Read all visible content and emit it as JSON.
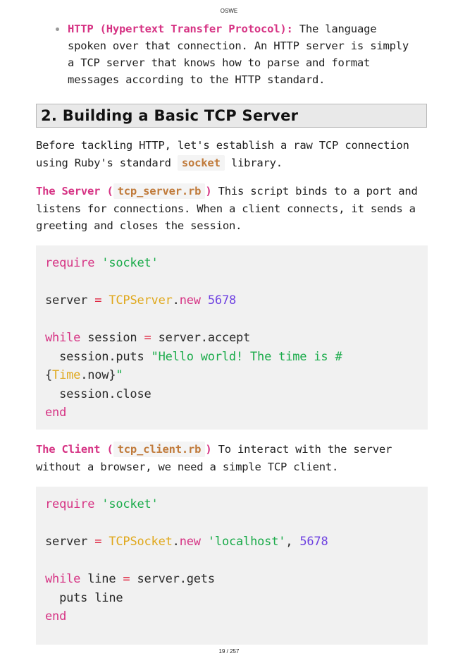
{
  "header": {
    "running_title": "OSWE"
  },
  "footer": {
    "page_number": "19 / 257"
  },
  "bullets": [
    {
      "term": "HTTP (Hypertext Transfer Protocol):",
      "text": " The language spoken over that connection. An HTTP server is simply a TCP server that knows how to parse and format messages according to the HTTP standard."
    }
  ],
  "section": {
    "heading": "2. Building a Basic TCP Server",
    "intro": {
      "before": "Before tackling HTTP, let's establish a raw TCP connection using Ruby's standard ",
      "code": "socket",
      "after": " library."
    },
    "server": {
      "label": "The Server",
      "open_paren": " (",
      "filename": "tcp_server.rb",
      "close_paren": ")",
      "description": " This script binds to a port and listens for connections. When a client connects, it sends a greeting and closes the session.",
      "code_lines": [
        [
          {
            "t": "require",
            "c": "k"
          },
          {
            "t": " "
          },
          {
            "t": "'socket'",
            "c": "s"
          }
        ],
        [],
        [
          {
            "t": "server "
          },
          {
            "t": "=",
            "c": "op"
          },
          {
            "t": " "
          },
          {
            "t": "TCPServer",
            "c": "c"
          },
          {
            "t": "."
          },
          {
            "t": "new",
            "c": "k"
          },
          {
            "t": " "
          },
          {
            "t": "5678",
            "c": "n"
          }
        ],
        [],
        [
          {
            "t": "while",
            "c": "k"
          },
          {
            "t": " session "
          },
          {
            "t": "=",
            "c": "op"
          },
          {
            "t": " server.accept"
          }
        ],
        [
          {
            "t": "  session.puts "
          },
          {
            "t": "\"Hello world! The time is #",
            "c": "s"
          }
        ],
        [
          {
            "t": "{"
          },
          {
            "t": "Time",
            "c": "c"
          },
          {
            "t": ".now}"
          },
          {
            "t": "\"",
            "c": "s"
          }
        ],
        [
          {
            "t": "  session.close"
          }
        ],
        [
          {
            "t": "end",
            "c": "k"
          }
        ]
      ]
    },
    "client": {
      "label": "The Client",
      "open_paren": " (",
      "filename": "tcp_client.rb",
      "close_paren": ")",
      "description": " To interact with the server without a browser, we need a simple TCP client.",
      "code_lines": [
        [
          {
            "t": "require",
            "c": "k"
          },
          {
            "t": " "
          },
          {
            "t": "'socket'",
            "c": "s"
          }
        ],
        [],
        [
          {
            "t": "server "
          },
          {
            "t": "=",
            "c": "op"
          },
          {
            "t": " "
          },
          {
            "t": "TCPSocket",
            "c": "c"
          },
          {
            "t": "."
          },
          {
            "t": "new",
            "c": "k"
          },
          {
            "t": " "
          },
          {
            "t": "'localhost'",
            "c": "s"
          },
          {
            "t": ", "
          },
          {
            "t": "5678",
            "c": "n"
          }
        ],
        [],
        [
          {
            "t": "while",
            "c": "k"
          },
          {
            "t": " line "
          },
          {
            "t": "=",
            "c": "op"
          },
          {
            "t": " server.gets"
          }
        ],
        [
          {
            "t": "  puts line"
          }
        ],
        [
          {
            "t": "end",
            "c": "k"
          }
        ]
      ]
    }
  },
  "colors": {
    "accent_pink": "#d63384",
    "inline_code": "#c07a3a",
    "string_green": "#1aab4a",
    "class_yellow": "#e0a81c",
    "number_purple": "#6f42e1",
    "code_bg": "#f1f1f1",
    "heading_bg": "#e9e9e9"
  }
}
